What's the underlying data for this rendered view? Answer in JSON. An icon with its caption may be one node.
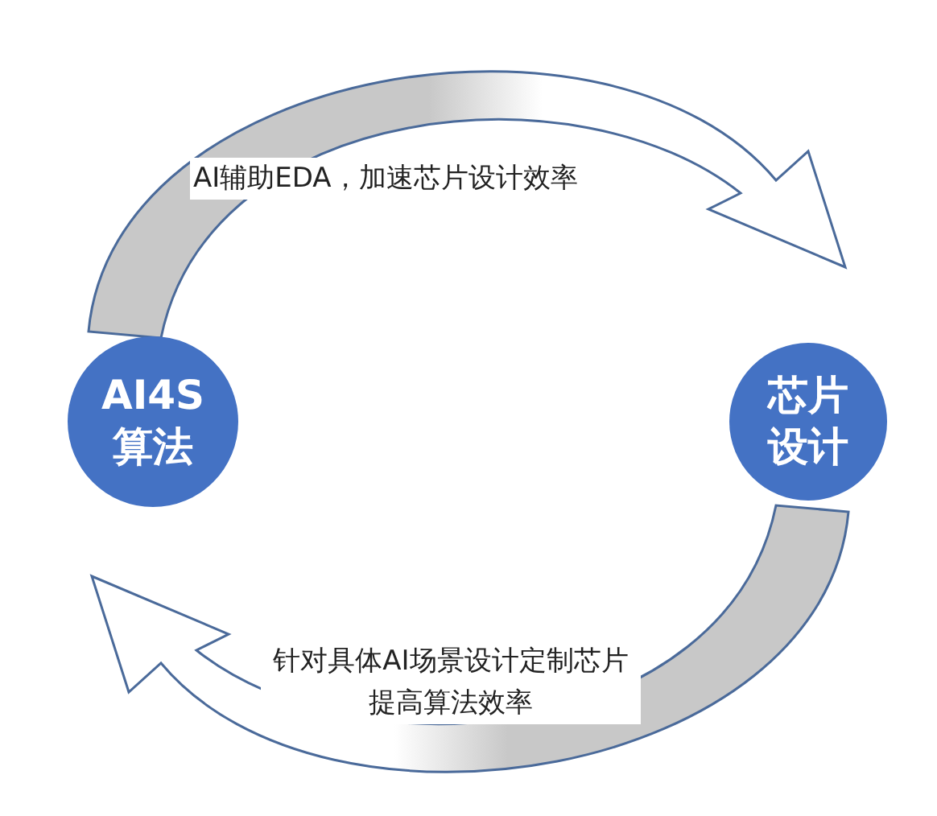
{
  "diagram": {
    "nodes": [
      {
        "text": [
          "AI4S算法"
        ]
      },
      {
        "text": [
          "芯片设计"
        ]
      }
    ],
    "edges": [
      {
        "from": 0,
        "to": 1,
        "arrow": "to",
        "label": "AI辅助EDA，加速芯片设计效率"
      },
      {
        "from": 1,
        "to": 0,
        "arrow": "to",
        "label": "针对具体AI场景设计定制芯片提高算法效率"
      }
    ]
  }
}
